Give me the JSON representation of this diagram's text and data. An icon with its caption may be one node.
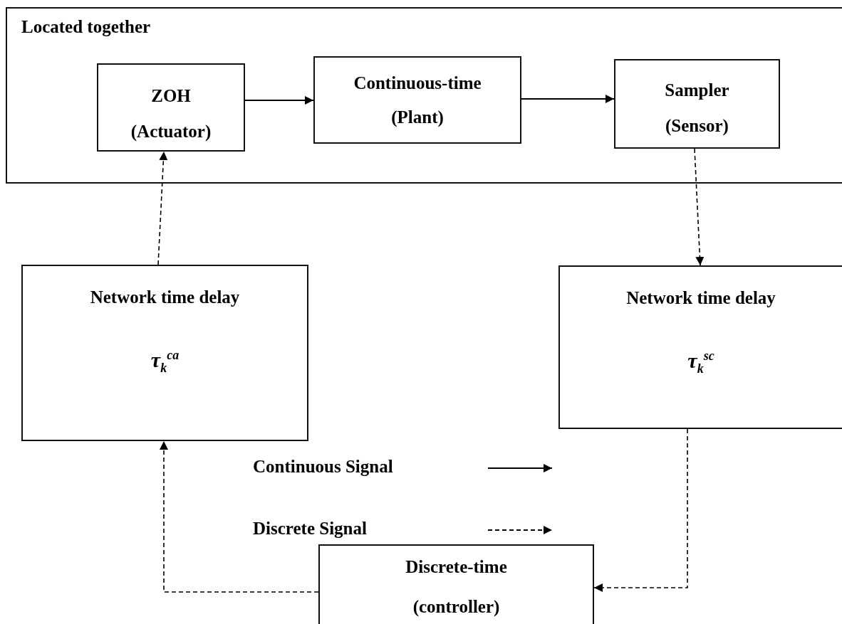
{
  "diagram": {
    "nodes": [
      {
        "text": [
          "Located together"
        ]
      },
      {
        "text": [
          "ZOH",
          "(Actuator)"
        ],
        "in": 0
      },
      {
        "text": [
          "Continuous-time",
          "(Plant)"
        ],
        "in": 0
      },
      {
        "text": [
          "Sampler",
          "(Sensor)"
        ],
        "in": 0
      },
      {
        "text": [
          "Network time delay",
          "τ$_{k}$$^{ca}$"
        ]
      },
      {
        "text": [
          "Network time delay",
          "τ$_{k}$$^{sc}$"
        ]
      },
      {
        "text": [
          "Discrete-time",
          "(controller)"
        ]
      }
    ],
    "edges": [
      {
        "from": 1,
        "to": 2,
        "arrow": "to"
      },
      {
        "from": 2,
        "to": 3,
        "arrow": "to"
      },
      {
        "from": 3,
        "to": 5,
        "arrow": "to",
        "style": "dashed"
      },
      {
        "from": 4,
        "to": 1,
        "arrow": "to",
        "style": "dashed"
      },
      {
        "from": 5,
        "to": 6,
        "arrow": "to",
        "style": "dashed"
      },
      {
        "from": 6,
        "to": 4,
        "arrow": "to",
        "style": "dashed"
      }
    ],
    "legend": [
      {
        "text": "Continuous Signal"
      },
      {
        "text": "Discrete Signal"
      }
    ]
  }
}
